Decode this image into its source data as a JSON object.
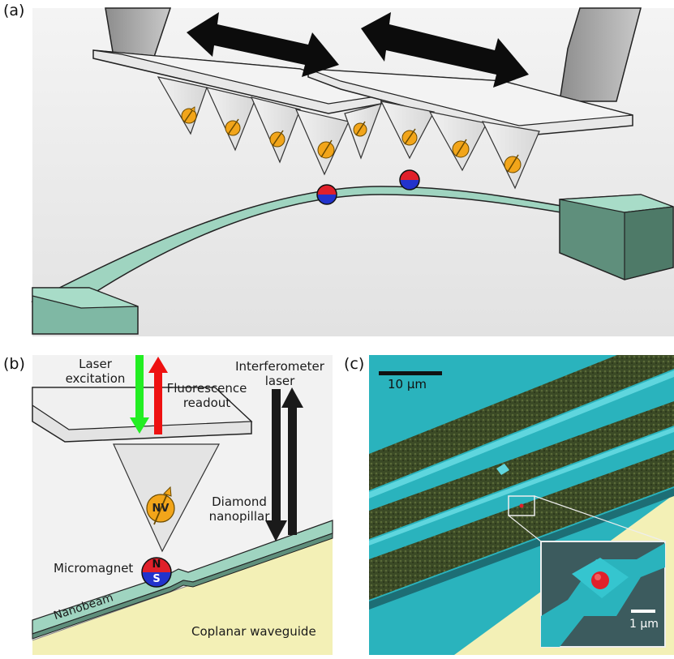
{
  "panels": {
    "a": "(a)",
    "b": "(b)",
    "c": "(c)"
  },
  "panel_b": {
    "laser_excitation": "Laser\nexcitation",
    "fluorescence_readout": "Fluorescence\nreadout",
    "interferometer_laser": "Interferometer\nlaser",
    "diamond_nanopillar": "Diamond\nnanopillar",
    "micromagnet": "Micromagnet",
    "nanobeam": "Nanobeam",
    "coplanar_waveguide": "Coplanar waveguide",
    "nv_label": "NV",
    "north_label": "N",
    "south_label": "S"
  },
  "panel_c": {
    "scalebar_main": "10 μm",
    "scalebar_inset": "1 μm"
  },
  "colors": {
    "nanobeam": "#9fd4c0",
    "beam_dark": "#4e7a68",
    "cantilever": "#e9e9e9",
    "nv_orange": "#f2a51a",
    "magnet_red": "#e0202a",
    "magnet_blue": "#2233cc",
    "laser_green": "#22ee22",
    "fluor_red": "#ee1111",
    "sem_cyan": "#2ab3bd",
    "sem_dark": "#3d4a2a",
    "waveguide_yellow": "#f3f0b6"
  }
}
